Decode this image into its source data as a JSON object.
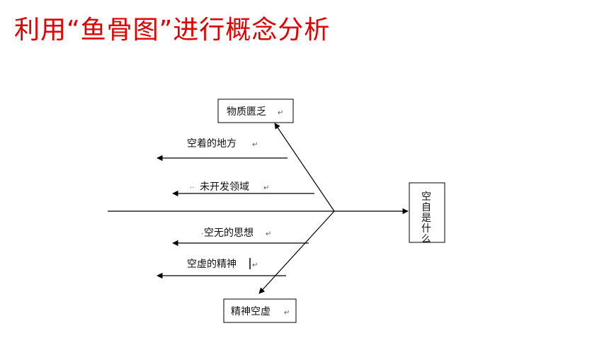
{
  "title": "利用“鱼骨图”进行概念分析",
  "diagram": {
    "top_box": "物质匮乏",
    "bottom_box": "精神空虚",
    "head_box": "空自是什么",
    "bones": [
      "空着的地方",
      "未开发领域",
      "空无的思想",
      "空虚的精神"
    ],
    "paragraph_mark": "↵",
    "colors": {
      "title": "#e00000",
      "lines": "#000000"
    }
  }
}
